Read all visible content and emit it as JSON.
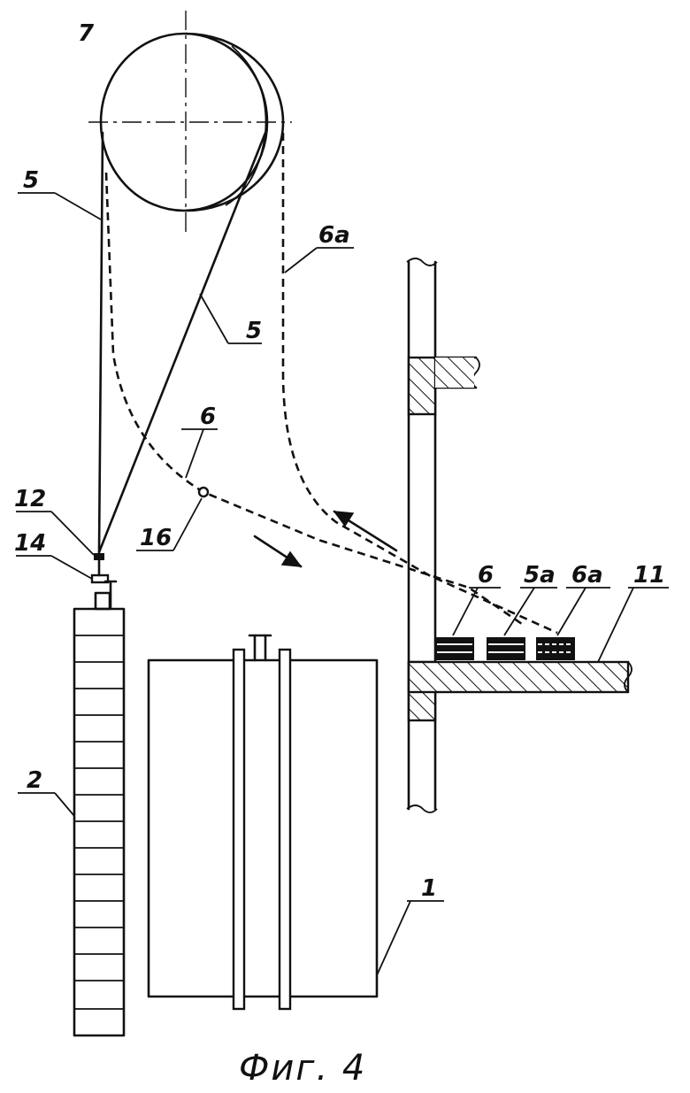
{
  "caption": "Фиг. 4",
  "labels": {
    "pulley": "7",
    "rope_left": "5",
    "rope_right": "5",
    "rope_6a_upper": "6a",
    "rope_6": "6",
    "point_16": "16",
    "point_12": "12",
    "point_14": "14",
    "stack_6": "6",
    "stack_5a": "5a",
    "stack_6a": "6a",
    "platform_11": "11",
    "column_2": "2",
    "cage_1": "1"
  }
}
